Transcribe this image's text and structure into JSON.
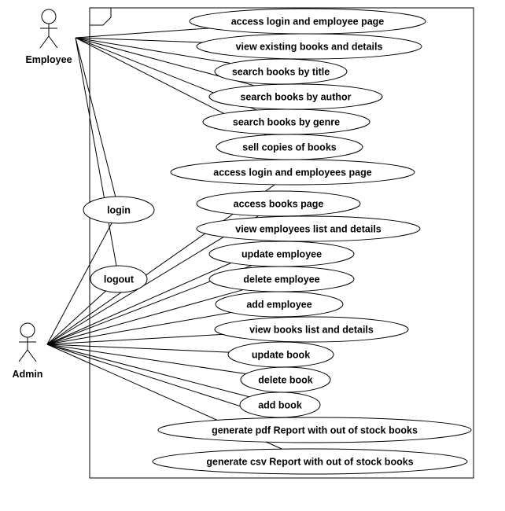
{
  "diagram": {
    "type": "uml-use-case",
    "actors": [
      {
        "id": "employee",
        "label": "Employee"
      },
      {
        "id": "admin",
        "label": "Admin"
      }
    ],
    "use_cases": [
      {
        "id": "uc1",
        "label": "access login and employee page"
      },
      {
        "id": "uc2",
        "label": "view existing books and details"
      },
      {
        "id": "uc3",
        "label": "search books by title"
      },
      {
        "id": "uc4",
        "label": "search books by author"
      },
      {
        "id": "uc5",
        "label": "search books by genre"
      },
      {
        "id": "uc6",
        "label": "sell copies of books"
      },
      {
        "id": "uc7",
        "label": "access login and employees page"
      },
      {
        "id": "uc8",
        "label": "access books page"
      },
      {
        "id": "uc9",
        "label": "view employees list and details"
      },
      {
        "id": "uc10",
        "label": "update employee"
      },
      {
        "id": "uc11",
        "label": "delete employee"
      },
      {
        "id": "uc12",
        "label": "add employee"
      },
      {
        "id": "uc13",
        "label": "view books list and details"
      },
      {
        "id": "uc14",
        "label": "update book"
      },
      {
        "id": "uc15",
        "label": "delete book"
      },
      {
        "id": "uc16",
        "label": "add book"
      },
      {
        "id": "uc17",
        "label": "generate pdf Report with out of stock books"
      },
      {
        "id": "uc18",
        "label": "generate csv Report with out of stock books"
      },
      {
        "id": "login",
        "label": "login"
      },
      {
        "id": "logout",
        "label": "logout"
      }
    ],
    "associations": [
      {
        "from": "employee",
        "to": "uc1"
      },
      {
        "from": "employee",
        "to": "uc2"
      },
      {
        "from": "employee",
        "to": "uc3"
      },
      {
        "from": "employee",
        "to": "uc4"
      },
      {
        "from": "employee",
        "to": "uc5"
      },
      {
        "from": "employee",
        "to": "uc6"
      },
      {
        "from": "employee",
        "to": "login"
      },
      {
        "from": "employee",
        "to": "logout"
      },
      {
        "from": "admin",
        "to": "login"
      },
      {
        "from": "admin",
        "to": "logout"
      },
      {
        "from": "admin",
        "to": "uc7"
      },
      {
        "from": "admin",
        "to": "uc8"
      },
      {
        "from": "admin",
        "to": "uc9"
      },
      {
        "from": "admin",
        "to": "uc10"
      },
      {
        "from": "admin",
        "to": "uc11"
      },
      {
        "from": "admin",
        "to": "uc12"
      },
      {
        "from": "admin",
        "to": "uc13"
      },
      {
        "from": "admin",
        "to": "uc14"
      },
      {
        "from": "admin",
        "to": "uc15"
      },
      {
        "from": "admin",
        "to": "uc16"
      },
      {
        "from": "admin",
        "to": "uc17"
      },
      {
        "from": "admin",
        "to": "uc18"
      }
    ]
  }
}
